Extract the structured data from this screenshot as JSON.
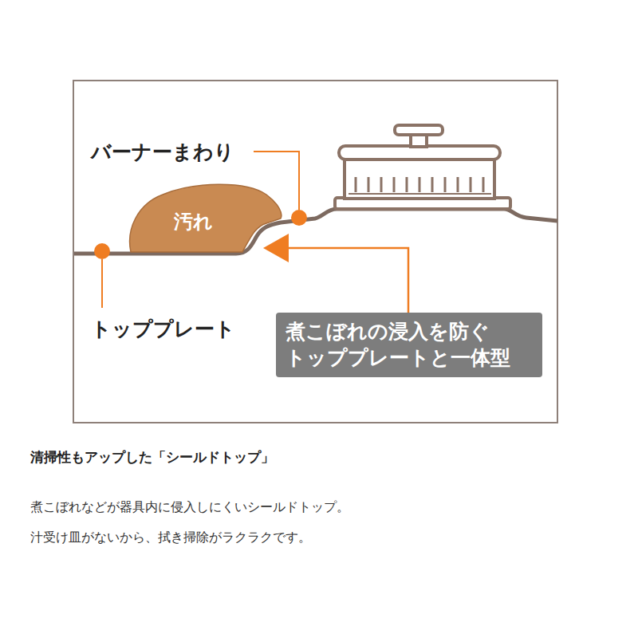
{
  "diagram": {
    "title": "清掃性もアップした「シールドトップ」",
    "nodes": [
      {
        "text": [
          "汚れ"
        ]
      },
      {
        "text": [
          "煮こぼれの浸入を防ぐ トッププレートと一体型"
        ]
      }
    ],
    "labels": [
      "バーナーまわり",
      "トッププレート",
      "煮こぼれなどが器具内に侵入しにくいシールドトップ。",
      "汁受け皿がないから、拭き掃除がラクラクです。"
    ]
  }
}
